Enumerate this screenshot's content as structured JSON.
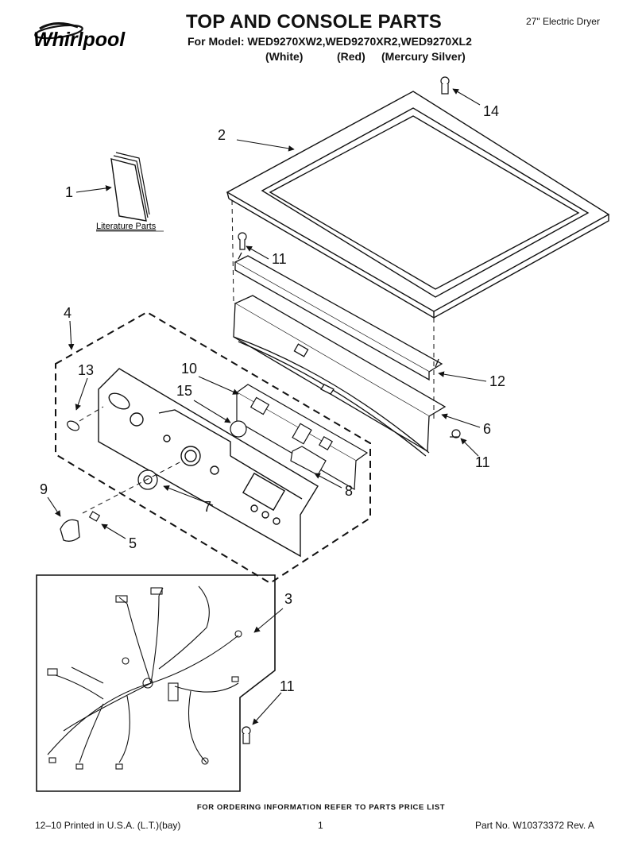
{
  "header": {
    "brand": "Whirlpool",
    "title": "TOP AND CONSOLE PARTS",
    "model_line": "For Model: WED9270XW2,WED9270XR2,WED9270XL2",
    "colors": [
      "(White)",
      "(Red)",
      "(Mercury Silver)"
    ],
    "product": "27\" Electric Dryer"
  },
  "literature_label": "Literature Parts",
  "callouts": {
    "c1": "1",
    "c2": "2",
    "c3": "3",
    "c4": "4",
    "c5": "5",
    "c6": "6",
    "c7": "7",
    "c8": "8",
    "c9": "9",
    "c10": "10",
    "c11a": "11",
    "c11b": "11",
    "c11c": "11",
    "c12": "12",
    "c13": "13",
    "c14": "14",
    "c15": "15"
  },
  "footer": {
    "ordering_note": "FOR ORDERING INFORMATION REFER TO PARTS PRICE LIST",
    "print_info": "12–10 Printed in U.S.A. (L.T.)(bay)",
    "page_number": "1",
    "part_number": "Part No. W10373372 Rev. A"
  }
}
